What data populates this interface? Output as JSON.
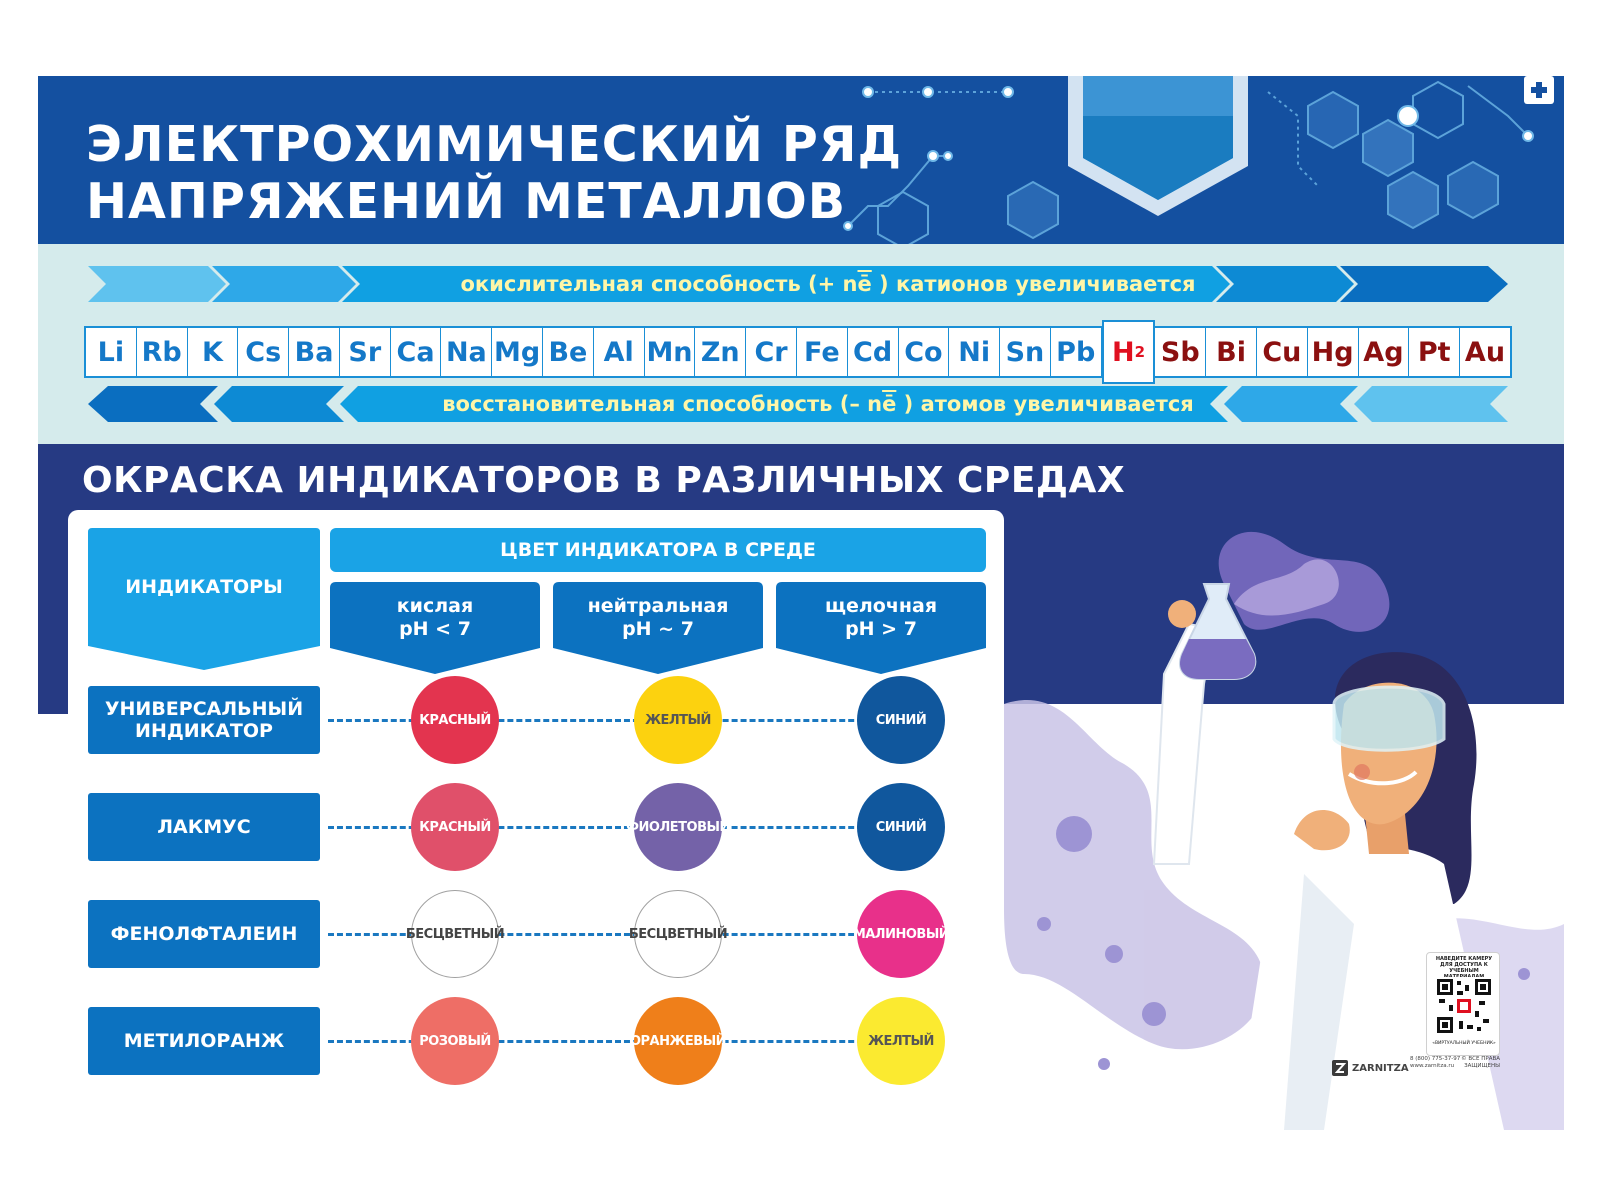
{
  "header": {
    "title_line1": "ЭЛЕКТРОХИМИЧЕСКИЙ РЯД",
    "title_line2": "НАПРЯЖЕНИЙ МЕТАЛЛОВ"
  },
  "series": {
    "top_arrow_prefix": "окислительная способность (+ n",
    "top_arrow_ne": "ē",
    "top_arrow_suffix": " ) катионов увеличивается",
    "bottom_arrow_prefix": "восстановительная способность (– n",
    "bottom_arrow_ne": "ē",
    "bottom_arrow_suffix": " ) атомов увеличивается",
    "elements_before_h": [
      "Li",
      "Rb",
      "K",
      "Cs",
      "Ba",
      "Sr",
      "Ca",
      "Na",
      "Mg",
      "Be",
      "Al",
      "Mn",
      "Zn",
      "Cr",
      "Fe",
      "Cd",
      "Co",
      "Ni",
      "Sn",
      "Pb"
    ],
    "hydrogen": {
      "symbol": "H",
      "subscript": "2"
    },
    "elements_after_h": [
      "Sb",
      "Bi",
      "Cu",
      "Hg",
      "Ag",
      "Pt",
      "Au"
    ]
  },
  "indicators": {
    "section_title": "ОКРАСКА ИНДИКАТОРОВ В РАЗЛИЧНЫХ СРЕДАХ",
    "col_header_indicators": "ИНДИКАТОРЫ",
    "col_header_color": "ЦВЕТ ИНДИКАТОРА В СРЕДЕ",
    "environments": [
      {
        "name": "кислая",
        "ph": "pH < 7"
      },
      {
        "name": "нейтральная",
        "ph": "pH ~ 7"
      },
      {
        "name": "щелочная",
        "ph": "pH > 7"
      }
    ],
    "rows": [
      {
        "name": "УНИВЕРСАЛЬНЫЙ ИНДИКАТОР",
        "colors": [
          {
            "label": "КРАСНЫЙ",
            "hex": "#e3344f"
          },
          {
            "label": "ЖЕЛТЫЙ",
            "hex": "#fcd20f"
          },
          {
            "label": "СИНИЙ",
            "hex": "#10579d"
          }
        ]
      },
      {
        "name": "ЛАКМУС",
        "colors": [
          {
            "label": "КРАСНЫЙ",
            "hex": "#e0506a"
          },
          {
            "label": "ФИОЛЕТОВЫЙ",
            "hex": "#7462a8"
          },
          {
            "label": "СИНИЙ",
            "hex": "#10579d"
          }
        ]
      },
      {
        "name": "ФЕНОЛФТАЛЕИН",
        "colors": [
          {
            "label": "БЕСЦВЕТНЫЙ",
            "hex": "#ffffff"
          },
          {
            "label": "БЕСЦВЕТНЫЙ",
            "hex": "#ffffff"
          },
          {
            "label": "МАЛИНОВЫЙ",
            "hex": "#e8308a"
          }
        ]
      },
      {
        "name": "МЕТИЛОРАНЖ",
        "colors": [
          {
            "label": "РОЗОВЫЙ",
            "hex": "#ee6e66"
          },
          {
            "label": "ОРАНЖЕВЫЙ",
            "hex": "#ef7f1a"
          },
          {
            "label": "ЖЕЛТЫЙ",
            "hex": "#fbea30"
          }
        ]
      }
    ]
  },
  "footer": {
    "qr_caption_top": "НАВЕДИТЕ КАМЕРУ ДЛЯ ДОСТУПА К УЧЕБНЫМ МАТЕРИАЛАМ",
    "qr_caption_bottom": "«ВИРТУАЛЬНЫЙ УЧЕБНИК»",
    "brand": "ZARNITZA",
    "phone": "8 (800) 775-37-97",
    "site": "www.zarnitza.ru",
    "rights": "© ВСЕ ПРАВА ЗАЩИЩЕНЫ"
  },
  "colors": {
    "header_blue": "#1450a0",
    "band_bg": "#d5ebec",
    "indicator_bg": "#263a83",
    "label_blue": "#0c72c0",
    "accent_cyan": "#1aa3e6",
    "metal_before_h": "#1478c8",
    "metal_after_h": "#8b1010",
    "hydrogen": "#e01020"
  },
  "icons": [
    "plus-icon",
    "hexagon-decor",
    "scientist-illustration",
    "qr-code",
    "zarnitza-logo-icon"
  ]
}
